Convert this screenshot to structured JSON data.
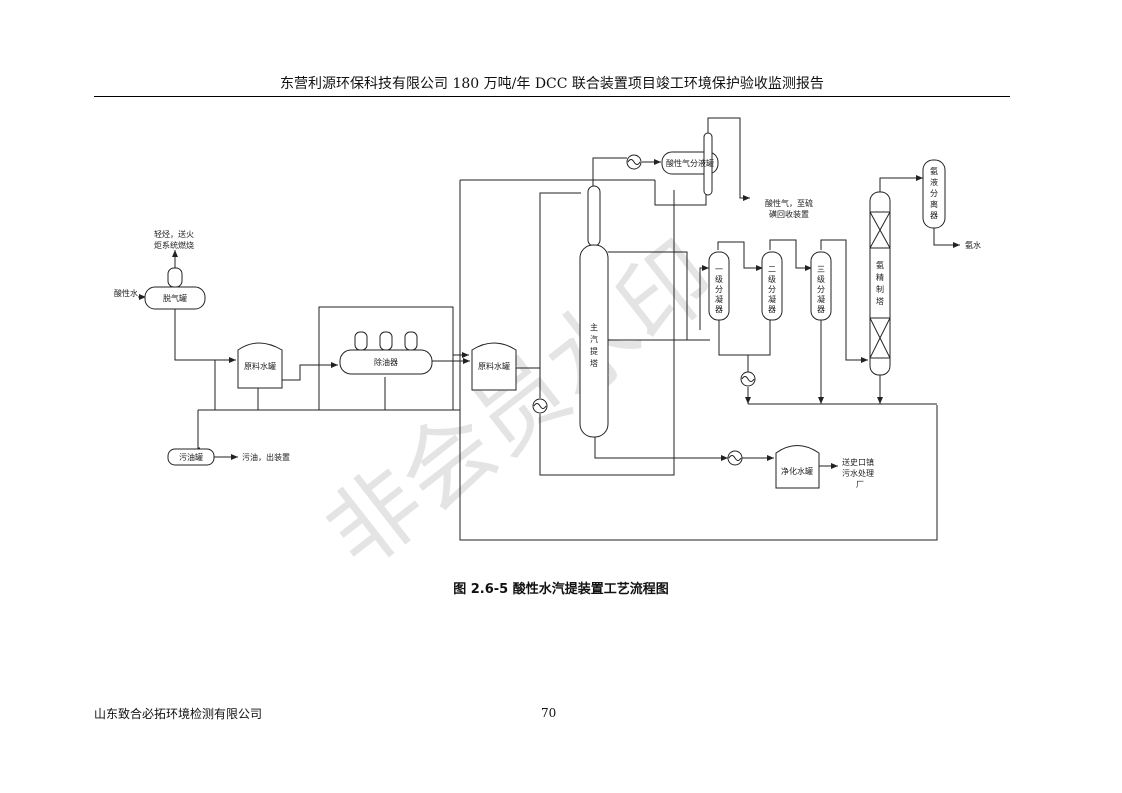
{
  "header": {
    "title": "东营利源环保科技有限公司 180 万吨/年 DCC 联合装置项目竣工环境保护验收监测报告"
  },
  "diagram": {
    "inlet": "酸性水",
    "degas_tank": "脱气罐",
    "vent": [
      "轻烃，送火",
      "炬系统燃烧"
    ],
    "raw_tank_1": "原料水罐",
    "oil_separator": "除油器",
    "raw_tank_2": "原料水罐",
    "sludge_tank": "污油罐",
    "sludge_out": "污油，出装置",
    "stripper": [
      "主",
      "汽",
      "提",
      "塔"
    ],
    "acid_gas_sep": "酸性气分液罐",
    "acid_gas_out": [
      "酸性气，至硫",
      "磺回收装置"
    ],
    "cond1": [
      "一",
      "级",
      "分",
      "凝",
      "器"
    ],
    "cond2": [
      "二",
      "级",
      "分",
      "凝",
      "器"
    ],
    "cond3": [
      "三",
      "级",
      "分",
      "凝",
      "器"
    ],
    "ammonia_tower": [
      "氨",
      "精",
      "制",
      "塔"
    ],
    "ammonia_sep": [
      "氨",
      "液",
      "分",
      "离",
      "器"
    ],
    "ammonia_out": "氨水",
    "clean_tank": "净化水罐",
    "clean_out": [
      "送史口镇",
      "污水处理",
      "厂"
    ],
    "watermark": "非会员水印"
  },
  "caption": "图 2.6-5  酸性水汽提装置工艺流程图",
  "footer": {
    "company": "山东致合必拓环境检测有限公司",
    "page": "70"
  }
}
